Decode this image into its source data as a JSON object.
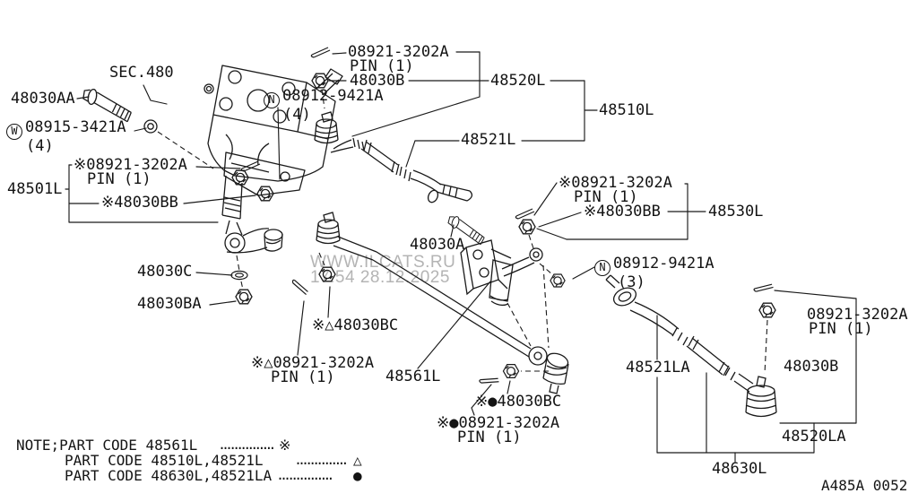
{
  "diagram": {
    "section_ref": "SEC.480",
    "page_code": "A485A 0052",
    "watermark": {
      "site": "WWW.ILCATS.RU",
      "timestamp": "17.54 28.12.2025"
    },
    "labels": {
      "l48030AA": "48030AA",
      "w_prefix": "W",
      "w_num": "08915-3421A",
      "w_qty": "(4)",
      "pin_left_num": "※08921-3202A",
      "pin_left_sub": "PIN (1)",
      "l48501L": "48501L",
      "l48030BB_left": "※48030BB",
      "l48030C": "48030C",
      "l48030BA": "48030BA",
      "pin_top_num": "08921-3202A",
      "pin_top_sub": "PIN (1)",
      "l48030B_top": "48030B",
      "l48520L": "48520L",
      "n4_prefix": "N",
      "n4_num": "08912-9421A",
      "n4_qty": "(4)",
      "l48510L": "48510L",
      "l48521L": "48521L",
      "pin_right_num": "※08921-3202A",
      "pin_right_sub": "PIN (1)",
      "l48030BB_right": "※48030BB",
      "l48530L": "48530L",
      "l48030A": "48030A",
      "n3_prefix": "N",
      "n3_num": "08912-9421A",
      "n3_qty": "(3)",
      "l48030BC_tri": "※△48030BC",
      "pin_tri_num": "※△08921-3202A",
      "pin_tri_sub": "PIN (1)",
      "l48561L": "48561L",
      "l48030BC_dot": "※●48030BC",
      "pin_dot_num": "※●08921-3202A",
      "pin_dot_sub": "PIN (1)",
      "l48521LA": "48521LA",
      "pin_br_num": "08921-3202A",
      "pin_br_sub": "PIN (1)",
      "l48030B_right": "48030B",
      "l48520LA": "48520LA",
      "l48630L": "48630L"
    },
    "note": {
      "heading": "NOTE;",
      "lines": [
        {
          "text": "PART CODE 48561L",
          "dots": "...............",
          "symbol": "※"
        },
        {
          "text": "PART CODE 48510L,48521L",
          "dots": "..............",
          "symbol": "△"
        },
        {
          "text": "PART CODE 48630L,48521LA",
          "dots": "...............",
          "symbol": "●"
        }
      ]
    }
  }
}
